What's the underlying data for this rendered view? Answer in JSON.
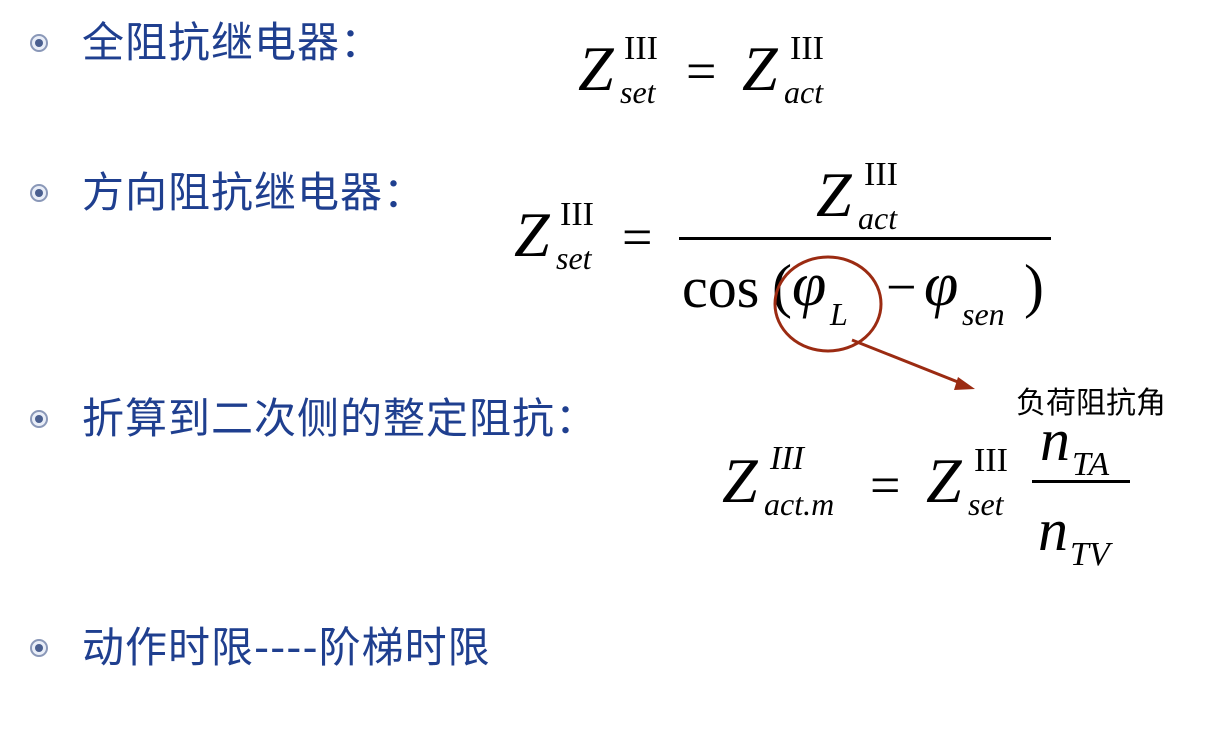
{
  "bullets": [
    "全阻抗继电器：",
    "方向阻抗继电器：",
    "折算到二次侧的整定阻抗：",
    "动作时限----阶梯时限"
  ],
  "annotation": {
    "label": "负荷阻抗角",
    "color": "#9b2b12"
  },
  "math": {
    "Z": "Z",
    "sup_III": "III",
    "sup_III_italic": "III",
    "set": "set",
    "act": "act",
    "act_m": "act.m",
    "equals": "=",
    "cos": "cos",
    "lparen": "(",
    "rparen": ")",
    "phi": "φ",
    "minus": "−",
    "L": "L",
    "sen": "sen",
    "n": "n",
    "TA": "TA",
    "TV": "TV"
  },
  "colors": {
    "heading": "#1f3f8f",
    "bullet": "#4a5f8f"
  }
}
